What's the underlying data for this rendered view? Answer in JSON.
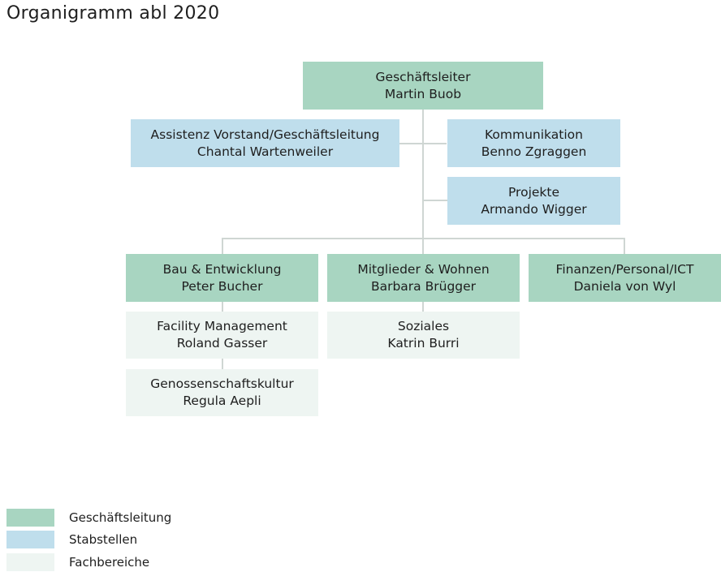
{
  "title": "Organigramm abl 2020",
  "colors": {
    "geschaeftsleitung": "#a8d5c1",
    "stabstellen": "#bfdeec",
    "fachbereiche": "#eef5f2",
    "connector": "#cfd6d3"
  },
  "chart": {
    "head": {
      "role": "Geschäftsleiter",
      "name": "Martin Buob"
    },
    "staff": [
      {
        "role": "Assistenz Vorstand/Geschäftsleitung",
        "name": "Chantal Wartenweiler"
      },
      {
        "role": "Kommunikation",
        "name": "Benno Zgraggen"
      },
      {
        "role": "Projekte",
        "name": "Armando Wigger"
      }
    ],
    "departments": [
      {
        "role": "Bau & Entwicklung",
        "name": "Peter Bucher"
      },
      {
        "role": "Mitglieder & Wohnen",
        "name": "Barbara Brügger"
      },
      {
        "role": "Finanzen/Personal/ICT",
        "name": "Daniela von Wyl"
      }
    ],
    "units": [
      {
        "role": "Facility Management",
        "name": "Roland Gasser"
      },
      {
        "role": "Genossenschaftskultur",
        "name": "Regula Aepli"
      },
      {
        "role": "Soziales",
        "name": "Katrin Burri"
      }
    ]
  },
  "legend": [
    {
      "label": "Geschäftsleitung"
    },
    {
      "label": "Stabstellen"
    },
    {
      "label": "Fachbereiche"
    }
  ]
}
